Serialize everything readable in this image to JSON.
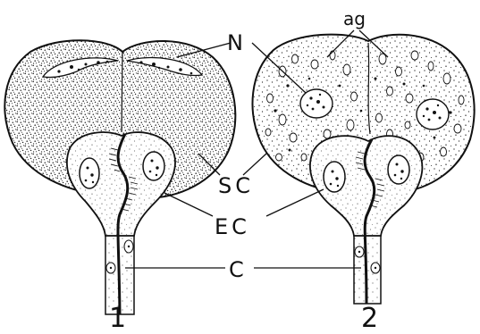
{
  "labels": {
    "n": "N",
    "ag": "ag",
    "sc": "SC",
    "ec": "EC",
    "c": "C"
  },
  "panels": {
    "left": "1",
    "right": "2"
  },
  "colors": {
    "ink": "#111111",
    "paper": "#ffffff"
  }
}
